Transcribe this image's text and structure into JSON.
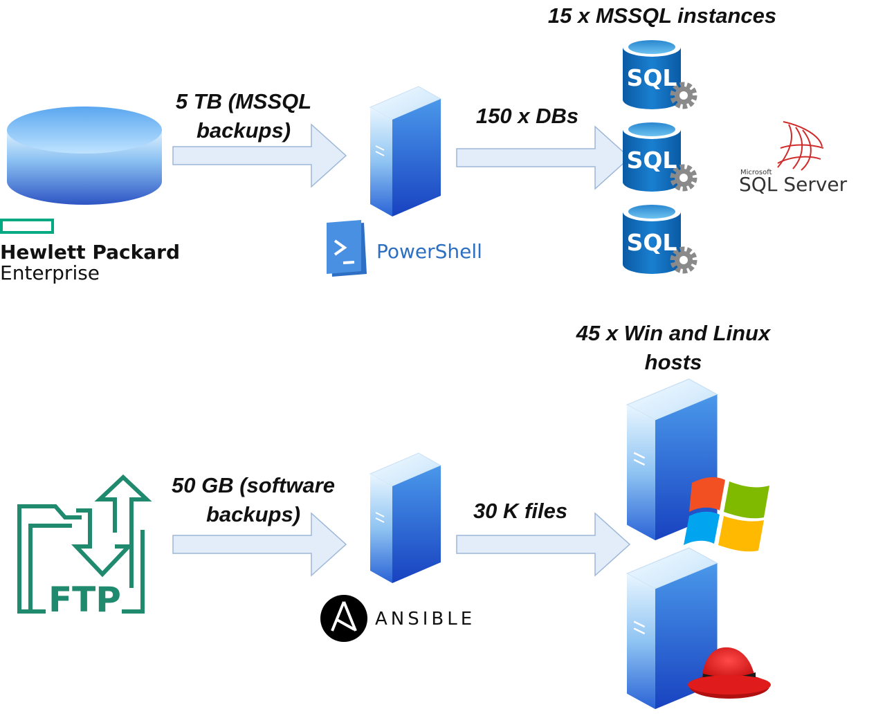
{
  "top_flow": {
    "source_logo_line1": "Hewlett Packard",
    "source_logo_line2": "Enterprise",
    "transfer_label_line1": "5 TB (MSSQL",
    "transfer_label_line2": "backups)",
    "tool_name": "PowerShell",
    "count_label": "150 x DBs",
    "targets_label": "15 x MSSQL instances",
    "db_icon_text": "SQL",
    "product_logo_small": "Microsoft",
    "product_logo_name": "SQL Server"
  },
  "bottom_flow": {
    "source_logo_text": "FTP",
    "transfer_label_line1": "50 GB (software",
    "transfer_label_line2": "backups)",
    "tool_name": "ANSIBLE",
    "count_label": "30 K files",
    "targets_label_line1": "45 x Win and Linux",
    "targets_label_line2": "hosts"
  },
  "colors": {
    "arrow_fill": "#e3edf9",
    "arrow_stroke": "#9cb6d8",
    "server_light": "#d8ecfc",
    "server_dark": "#1c4fc8",
    "sql_blue": "#0d6ab8",
    "gear_gray": "#8a8a8a",
    "hpe_green": "#01a982",
    "ftp_green": "#1f8a6d",
    "redhat_red": "#e01b1b"
  }
}
